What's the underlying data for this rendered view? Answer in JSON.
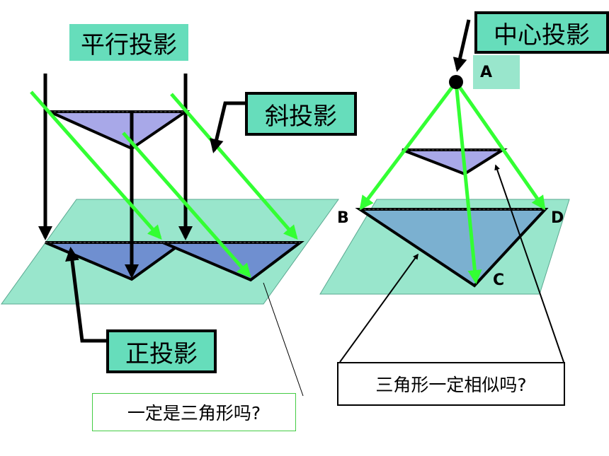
{
  "labels": {
    "parallel_projection": "平行投影",
    "central_projection": "中心投影",
    "oblique_projection": "斜投影",
    "orthographic_projection": "正投影"
  },
  "points": {
    "a": "A",
    "b": "B",
    "c": "C",
    "d": "D"
  },
  "questions": {
    "always_triangle": "一定是三角形吗?",
    "always_similar": "三角形一定相似吗?"
  },
  "colors": {
    "plane": "#99e6cc",
    "label_bg": "#66ddbb",
    "ray_green": "#33ff33",
    "triangle_top": "#a8a8e8",
    "triangle_shadow_left": "#6f8fd0",
    "triangle_shadow_right": "#7bb0d0"
  }
}
